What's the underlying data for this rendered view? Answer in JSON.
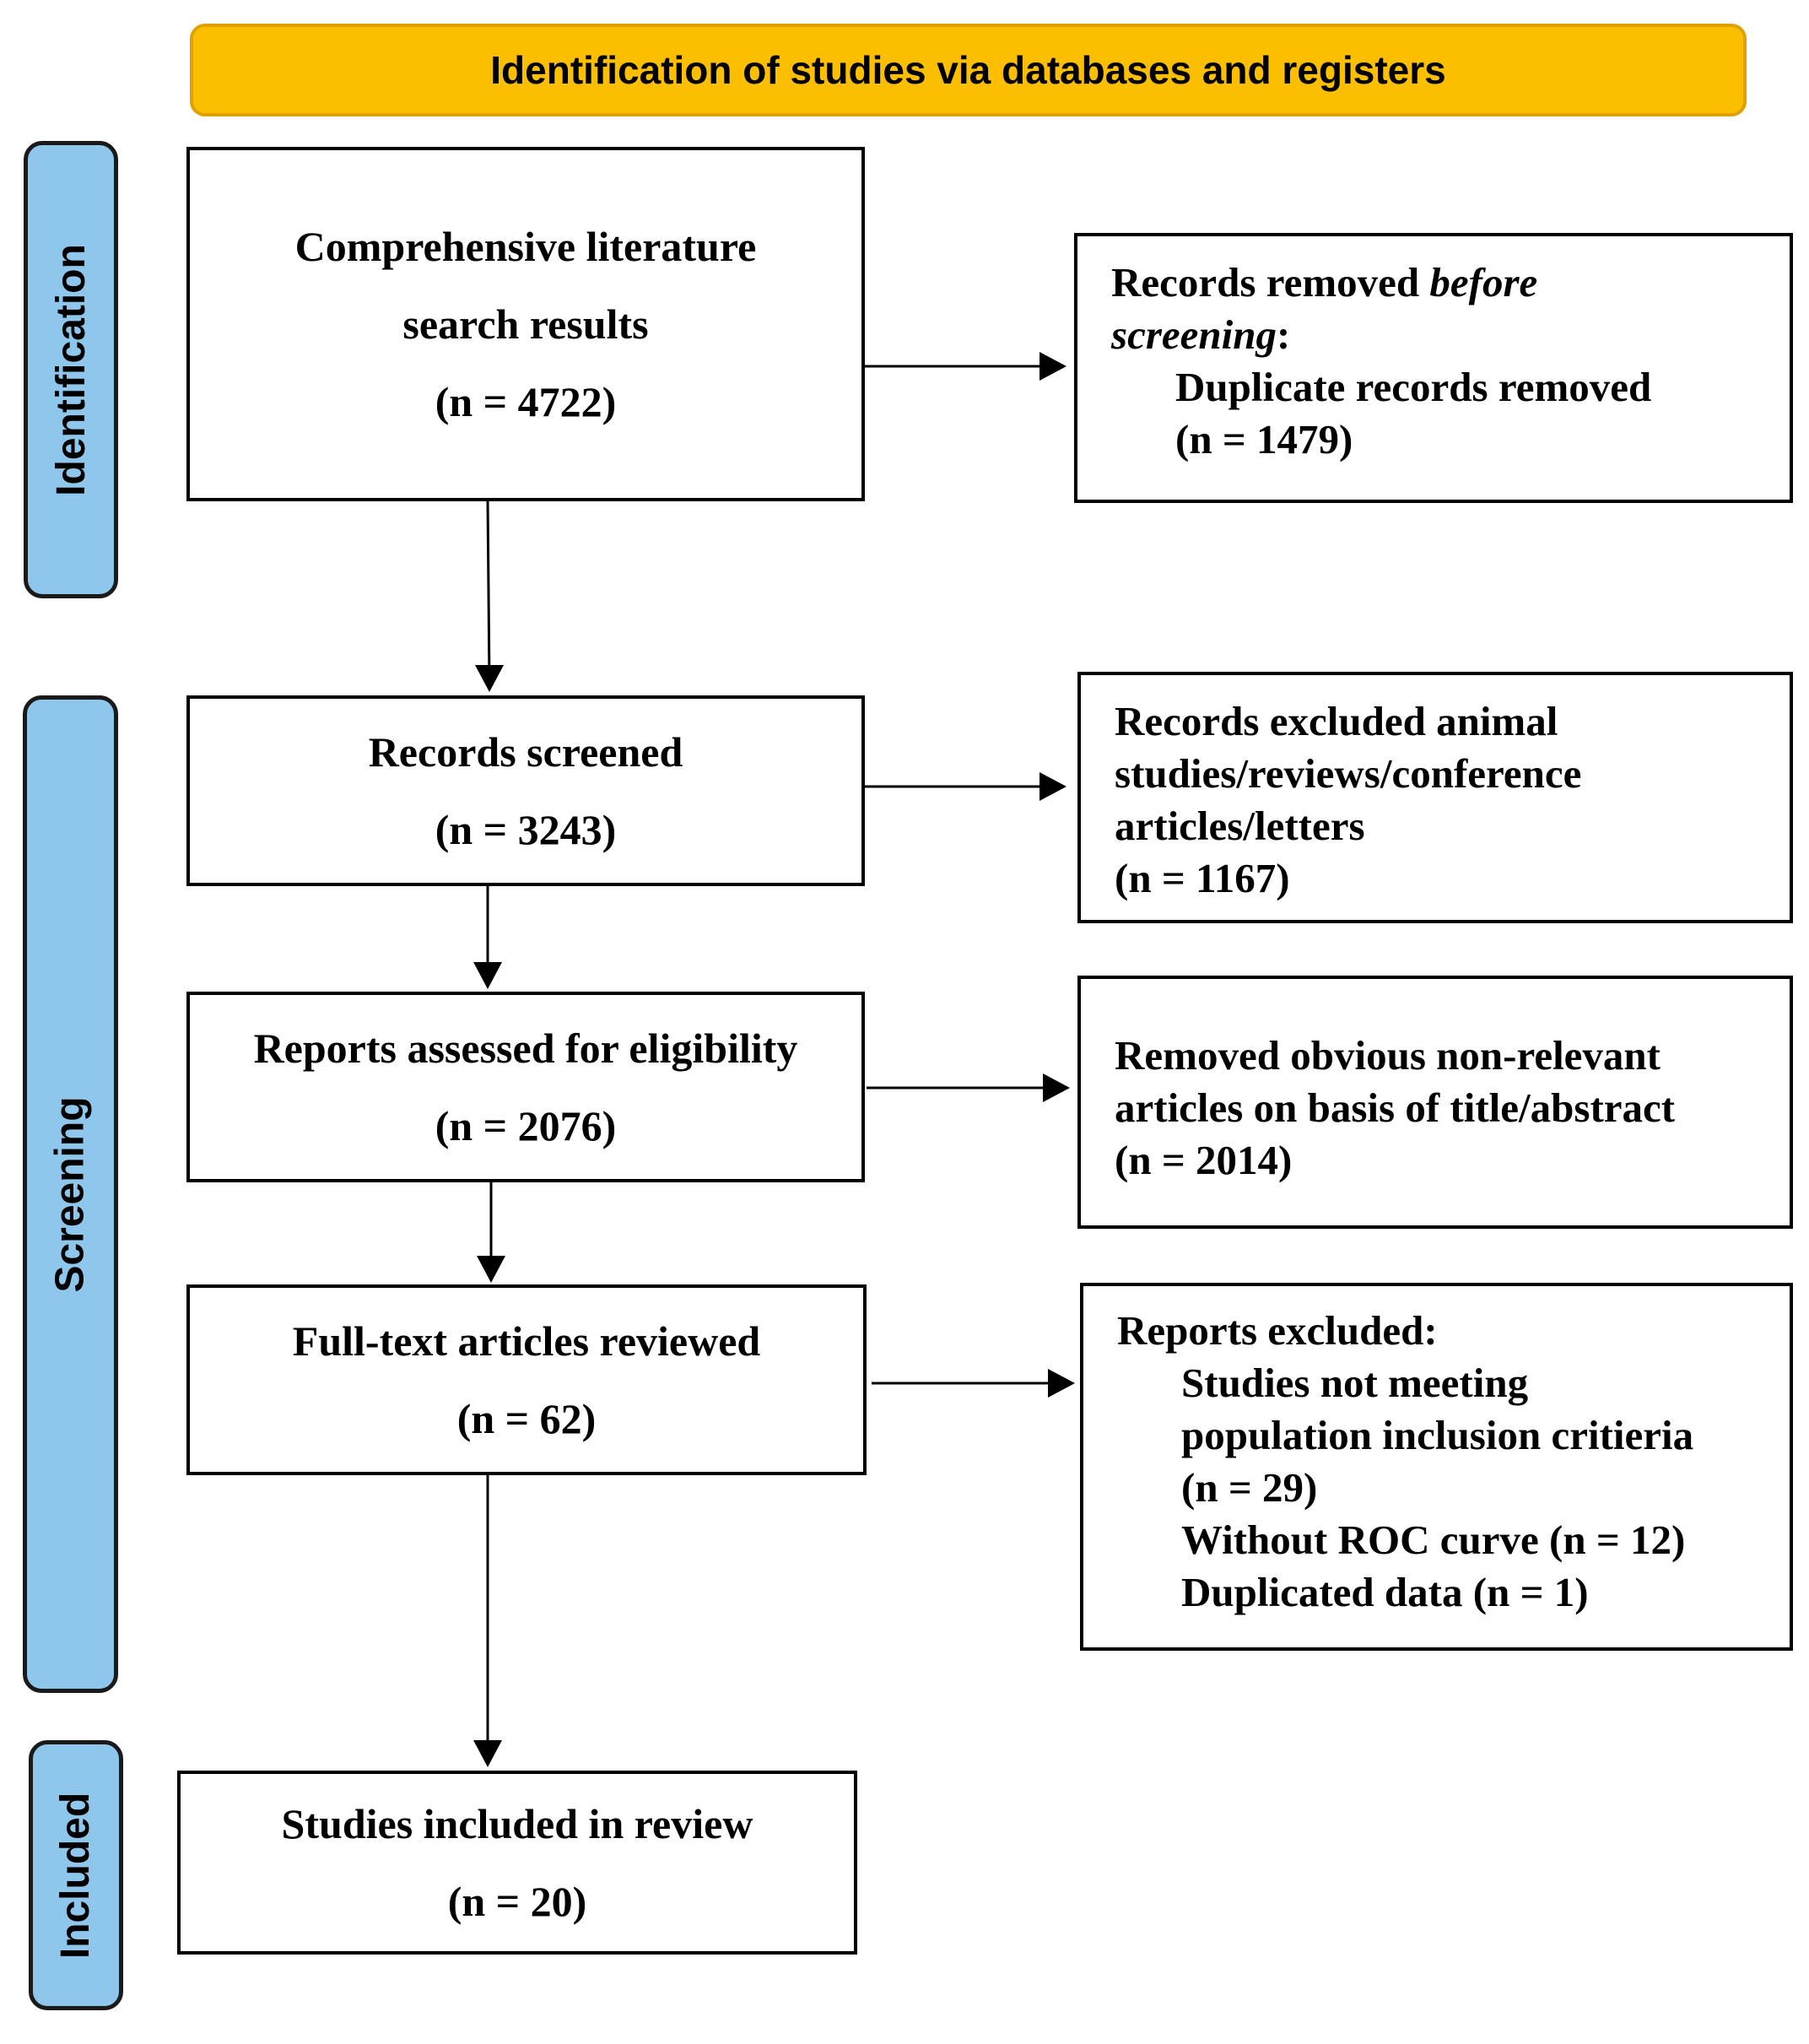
{
  "colors": {
    "banner_fill": "#fcbf00",
    "phase_fill": "#8fc7ec",
    "stroke": "#000000"
  },
  "banner": {
    "title": "Identification of studies via databases and registers"
  },
  "phases": {
    "identification": "Identification",
    "screening": "Screening",
    "included": "Included"
  },
  "main_boxes": {
    "search": {
      "line1": "Comprehensive literature",
      "line2": "search results",
      "count": "(n = 4722)"
    },
    "screened": {
      "line1": "Records screened",
      "count": "(n = 3243)"
    },
    "eligibility": {
      "line1": "Reports assessed for eligibility",
      "count": "(n = 2076)"
    },
    "fulltext": {
      "line1": "Full-text articles reviewed",
      "count": "(n = 62)"
    },
    "included": {
      "line1": "Studies included in review",
      "count": "(n = 20)"
    }
  },
  "side_boxes": {
    "removed_before": {
      "prefix": "Records removed ",
      "emphasis": "before",
      "emphasis2": "screening",
      "colon": ":",
      "line3": "Duplicate records removed",
      "line4": "(n = 1479)"
    },
    "excluded_animal": {
      "line1": "Records excluded animal",
      "line2": "studies/reviews/conference",
      "line3": "articles/letters",
      "line4": "(n = 1167)"
    },
    "removed_nonrelevant": {
      "line1": "Removed obvious non-relevant",
      "line2": "articles on basis of title/abstract",
      "line3": "(n = 2014)"
    },
    "reports_excluded": {
      "line1": "Reports excluded:",
      "line2": "Studies not meeting",
      "line3": "population inclusion critieria",
      "line4": "(n = 29)",
      "line5": "Without ROC curve (n = 12)",
      "line6": "Duplicated data (n = 1)"
    }
  }
}
